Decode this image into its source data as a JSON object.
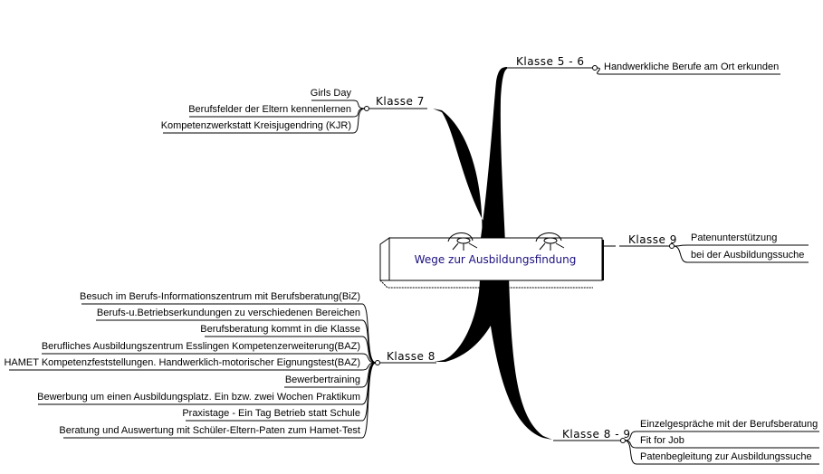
{
  "center": {
    "title": "Wege zur Ausbildungsfindung"
  },
  "branches": [
    {
      "label": "Klasse 5 - 6",
      "items": [
        "Handwerkliche Berufe am Ort erkunden"
      ]
    },
    {
      "label": "Klasse 7",
      "items": [
        "Girls Day",
        "Berufsfelder der Eltern kennenlernen",
        "Kompetenzwerkstatt Kreisjugendring (KJR)"
      ]
    },
    {
      "label": "Klasse 9",
      "items": [
        "Patenunterstützung",
        "bei der Ausbildungssuche"
      ]
    },
    {
      "label": "Klasse 8",
      "items": [
        "Besuch im Berufs-Informationszentrum mit Berufsberatung(BiZ)",
        "Berufs-u.Betriebserkundungen zu verschiedenen Bereichen",
        "Berufsberatung kommt in die Klasse",
        "Berufliches Ausbildungszentrum Esslingen Kompetenzerweiterung(BAZ)",
        "HAMET Kompetenzfeststellungen. Handwerklich-motorischer Eignungstest(BAZ)",
        "Bewerbertraining",
        "Bewerbung um einen Ausbildungsplatz. Ein bzw. zwei Wochen Praktikum",
        "Praxistage - Ein Tag Betrieb statt Schule",
        "Beratung und Auswertung mit Schüler-Eltern-Paten zum Hamet-Test"
      ]
    },
    {
      "label": "Klasse 8 - 9",
      "items": [
        "Einzelgespräche mit der Berufsberatung",
        "Fit for Job",
        "Patenbegleitung zur Ausbildungssuche"
      ]
    }
  ]
}
